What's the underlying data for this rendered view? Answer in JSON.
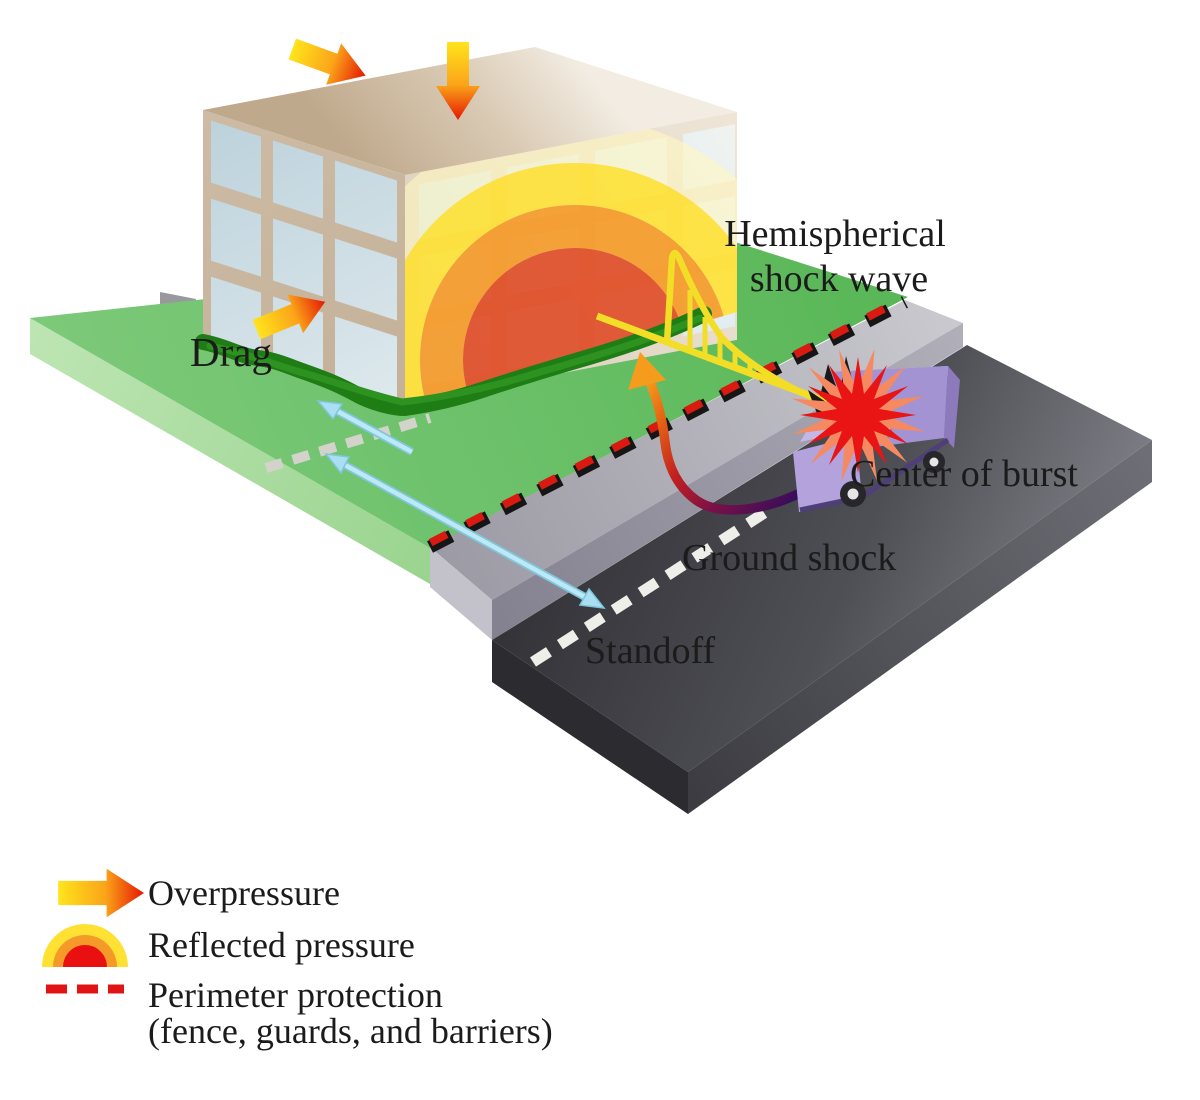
{
  "figure": {
    "title": "Blast effects on a building (isometric diagram)",
    "annotations": {
      "drag": "Drag",
      "hemispherical_shock_wave": [
        "Hemispherical",
        "shock wave"
      ],
      "center_of_burst": "Center of burst",
      "ground_shock": "Ground shock",
      "standoff": "Standoff"
    },
    "legend": {
      "items": [
        {
          "symbol": "overpressure-arrow",
          "label": "Overpressure"
        },
        {
          "symbol": "reflected-pressure-arcs",
          "label": "Reflected pressure"
        },
        {
          "symbol": "perimeter-dashed-line",
          "label": "Perimeter protection",
          "label_line2": "(fence, guards, and barriers)"
        }
      ]
    },
    "colors": {
      "overpressure_gradient": [
        "#FFE41C",
        "#FBA419",
        "#E41703"
      ],
      "reflected_rings": [
        "#FFE133",
        "#F59A28",
        "#E81010"
      ],
      "perimeter_dash_red": "#D81A10",
      "lawn_green": "#66BF60",
      "hedge_green": "#1E7D15",
      "sidewalk_gray": "#B4B2BC",
      "road_dark_gray": "#46464C",
      "van_purple": "#A493D2",
      "explosion_red": "#E91414",
      "shock_profile_yellow": "#F2DE27",
      "standoff_arrow_cyan": "#A9DFF1",
      "ground_shock_gradient": [
        "#2D0E5C",
        "#C22020",
        "#F59C1C"
      ]
    }
  }
}
